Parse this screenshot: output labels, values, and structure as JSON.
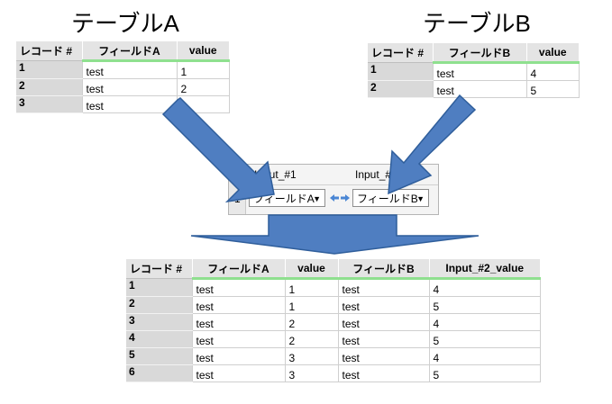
{
  "table_a": {
    "title": "テーブルA",
    "columns": [
      "レコード #",
      "フィールドA",
      "value"
    ],
    "rows": [
      [
        "1",
        "test",
        "1"
      ],
      [
        "2",
        "test",
        "2"
      ],
      [
        "3",
        "test",
        "3"
      ]
    ]
  },
  "table_b": {
    "title": "テーブルB",
    "columns": [
      "レコード #",
      "フィールドB",
      "value"
    ],
    "rows": [
      [
        "1",
        "test",
        "4"
      ],
      [
        "2",
        "test",
        "5"
      ]
    ]
  },
  "mapping": {
    "header_left": "Input_#1",
    "header_right": "Input_#2",
    "row_number": "1",
    "left_select": "フィールドA",
    "right_select": "フィールドB",
    "link_icon": "bidirectional-arrows-icon",
    "dropdown_icon": "caret-down-icon"
  },
  "result": {
    "columns": [
      "レコード #",
      "フィールドA",
      "value",
      "フィールドB",
      "Input_#2_value"
    ],
    "rows": [
      [
        "1",
        "test",
        "1",
        "test",
        "4"
      ],
      [
        "2",
        "test",
        "1",
        "test",
        "5"
      ],
      [
        "3",
        "test",
        "2",
        "test",
        "4"
      ],
      [
        "4",
        "test",
        "2",
        "test",
        "5"
      ],
      [
        "5",
        "test",
        "3",
        "test",
        "4"
      ],
      [
        "6",
        "test",
        "3",
        "test",
        "5"
      ]
    ]
  },
  "colors": {
    "arrow_fill": "#4f7ec1",
    "arrow_stroke": "#2f5e9b",
    "header_accent": "#8fe08f"
  }
}
